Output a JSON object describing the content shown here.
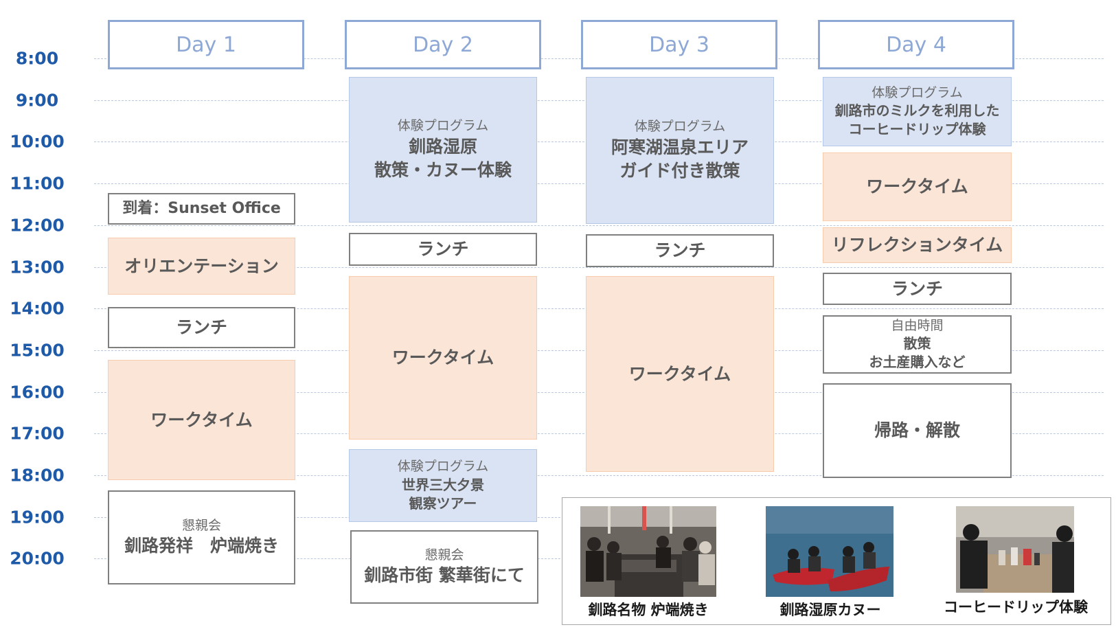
{
  "times": [
    "8:00",
    "9:00",
    "10:00",
    "11:00",
    "12:00",
    "13:00",
    "14:00",
    "15:00",
    "16:00",
    "17:00",
    "18:00",
    "19:00",
    "20:00"
  ],
  "days": [
    {
      "label": "Day 1"
    },
    {
      "label": "Day 2"
    },
    {
      "label": "Day 3"
    },
    {
      "label": "Day 4"
    }
  ],
  "day1": {
    "arrival": "到着：Sunset Office",
    "orientation": "オリエンテーション",
    "lunch": "ランチ",
    "worktime": "ワークタイム",
    "party_sub": "懇親会",
    "party_main": "釧路発祥　炉端焼き"
  },
  "day2": {
    "exp_sub": "体験プログラム",
    "exp_main1": "釧路湿原",
    "exp_main2": "散策・カヌー体験",
    "lunch": "ランチ",
    "worktime": "ワークタイム",
    "tour_sub": "体験プログラム",
    "tour_main1": "世界三大夕景",
    "tour_main2": "観察ツアー",
    "party_sub": "懇親会",
    "party_main": "釧路市街 繁華街にて"
  },
  "day3": {
    "exp_sub": "体験プログラム",
    "exp_main1": "阿寒湖温泉エリア",
    "exp_main2": "ガイド付き散策",
    "lunch": "ランチ",
    "worktime": "ワークタイム"
  },
  "day4": {
    "exp_sub": "体験プログラム",
    "exp_main1": "釧路市のミルクを利用した",
    "exp_main2": "コーヒードリップ体験",
    "worktime": "ワークタイム",
    "reflection": "リフレクションタイム",
    "lunch": "ランチ",
    "free_sub": "自由時間",
    "free_main1": "散策",
    "free_main2": "お土産購入など",
    "return": "帰路・解散"
  },
  "photos": [
    {
      "caption": "釧路名物 炉端焼き",
      "icon": "robatayaki-photo"
    },
    {
      "caption": "釧路湿原カヌー",
      "icon": "canoe-photo"
    },
    {
      "caption": "コーヒードリップ体験",
      "icon": "coffee-drip-photo"
    }
  ],
  "colors": {
    "time_text": "#1e5aa8",
    "day_border": "#8ea8d6",
    "blue_block": "#dae3f3",
    "peach_block": "#fbe5d6",
    "white_border": "#7f7f7f"
  }
}
